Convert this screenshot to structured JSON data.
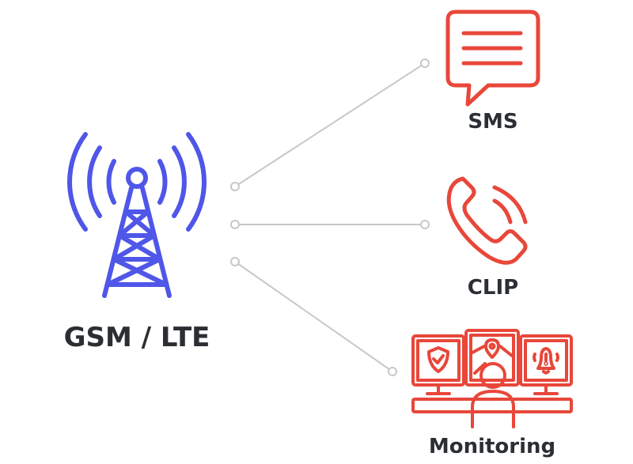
{
  "source": {
    "label": "GSM / LTE",
    "icon": "cell-tower-icon",
    "color": "#4f56e8"
  },
  "targets": [
    {
      "label": "SMS",
      "icon": "message-bubble-icon"
    },
    {
      "label": "CLIP",
      "icon": "phone-call-icon"
    },
    {
      "label": "Monitoring",
      "icon": "monitoring-operator-icon"
    }
  ],
  "colors": {
    "target": "#e8473a",
    "connector": "#c8c8c8",
    "text": "#2b2f33"
  }
}
